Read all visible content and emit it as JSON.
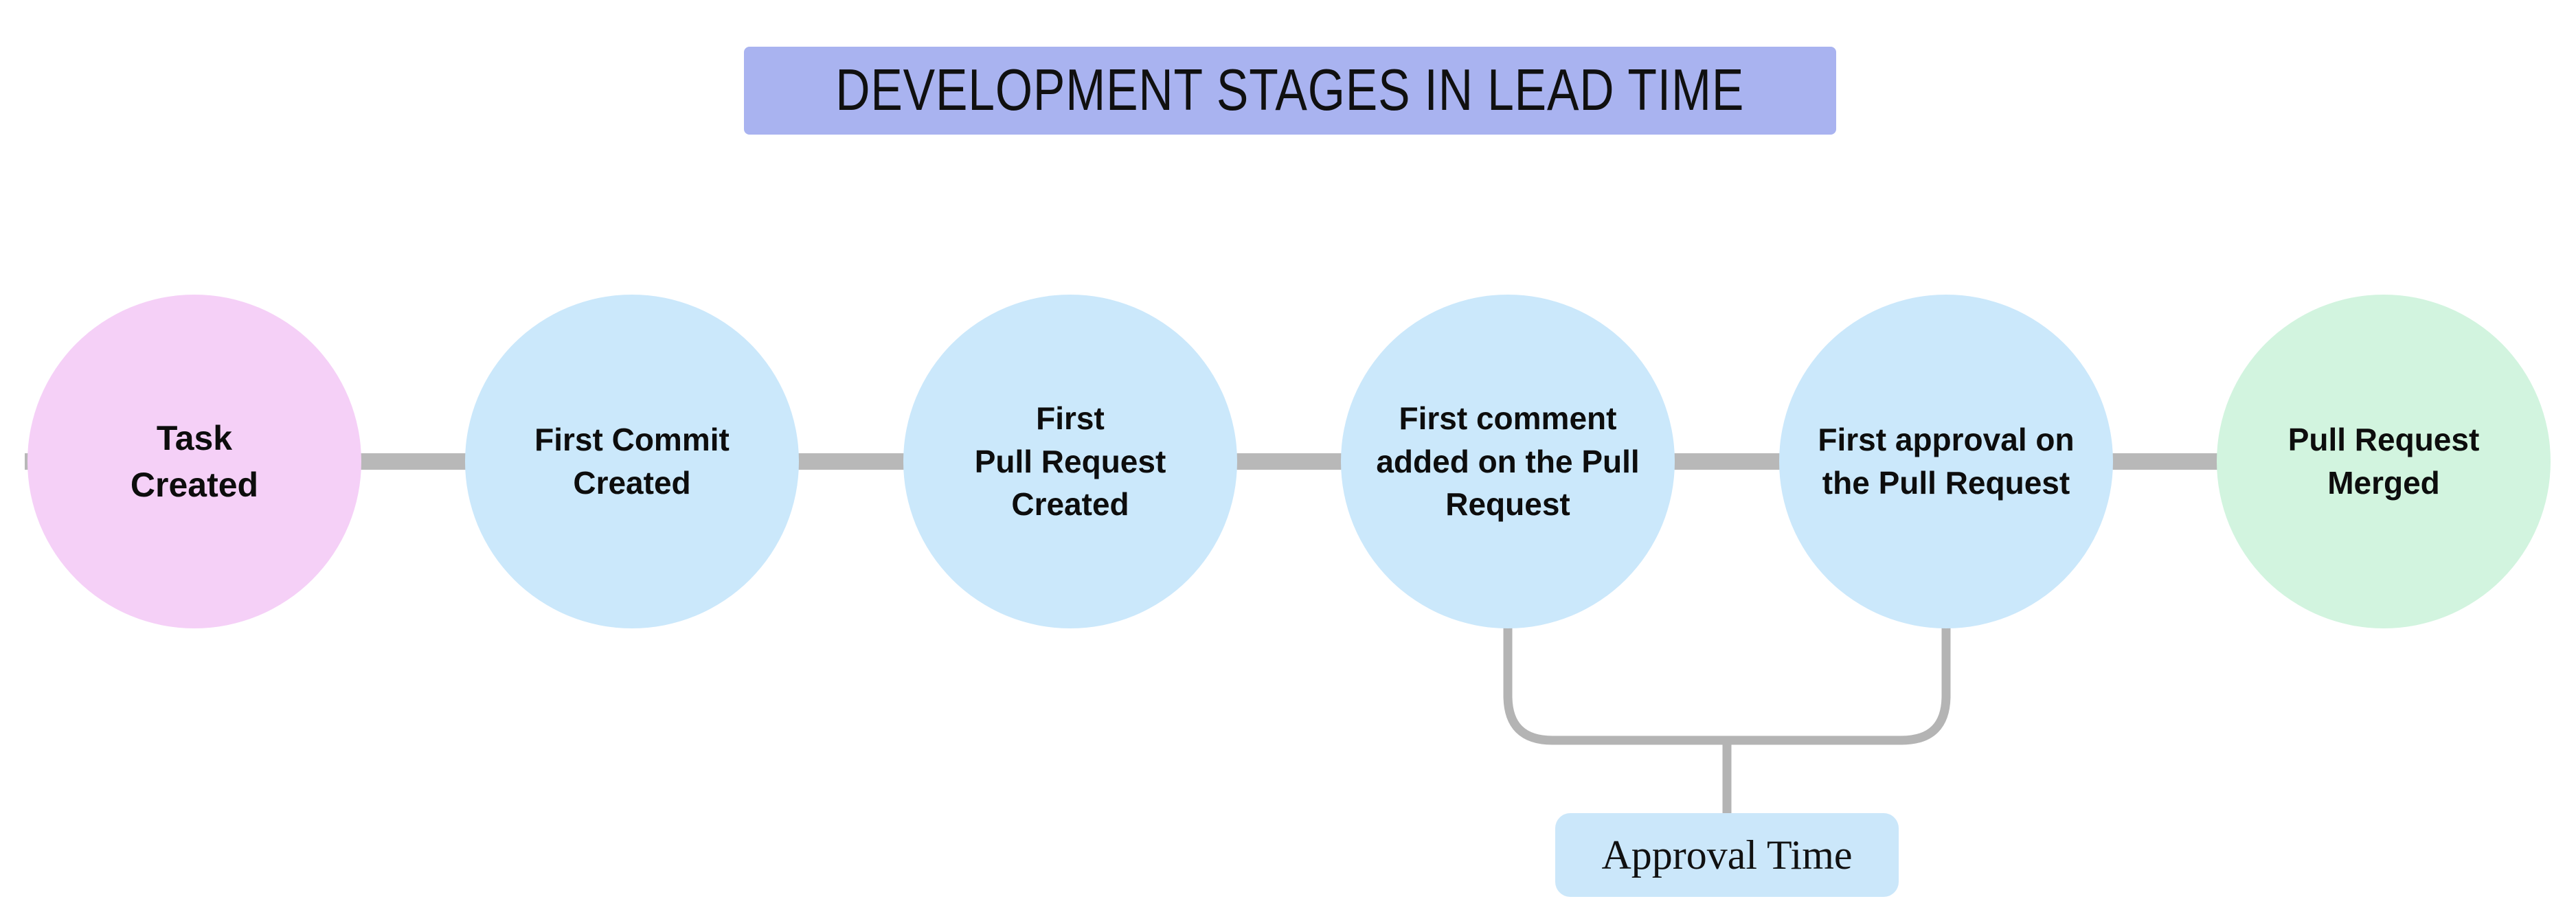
{
  "title": {
    "label": "DEVELOPMENT STAGES IN LEAD TIME"
  },
  "stages": [
    {
      "name": "task-created",
      "label": "Task\nCreated",
      "color": "#f5d0f7"
    },
    {
      "name": "first-commit-created",
      "label": "First Commit\nCreated",
      "color": "#cbe8fb"
    },
    {
      "name": "first-pull-request-created",
      "label": "First\nPull Request\nCreated",
      "color": "#cbe8fb"
    },
    {
      "name": "first-comment-added",
      "label": "First comment\nadded on the Pull\nRequest",
      "color": "#cbe8fb"
    },
    {
      "name": "first-approval",
      "label": "First approval on\nthe Pull Request",
      "color": "#cbe8fb"
    },
    {
      "name": "pull-request-merged",
      "label": "Pull Request\nMerged",
      "color": "#d2f4df"
    }
  ],
  "annotation": {
    "label": "Approval Time",
    "color": "#cbe7fa"
  },
  "colors": {
    "title_bg": "#a9b3f0",
    "connector": "#b8b8b8",
    "bracket": "#b4b4b4",
    "background": "#ffffff"
  }
}
